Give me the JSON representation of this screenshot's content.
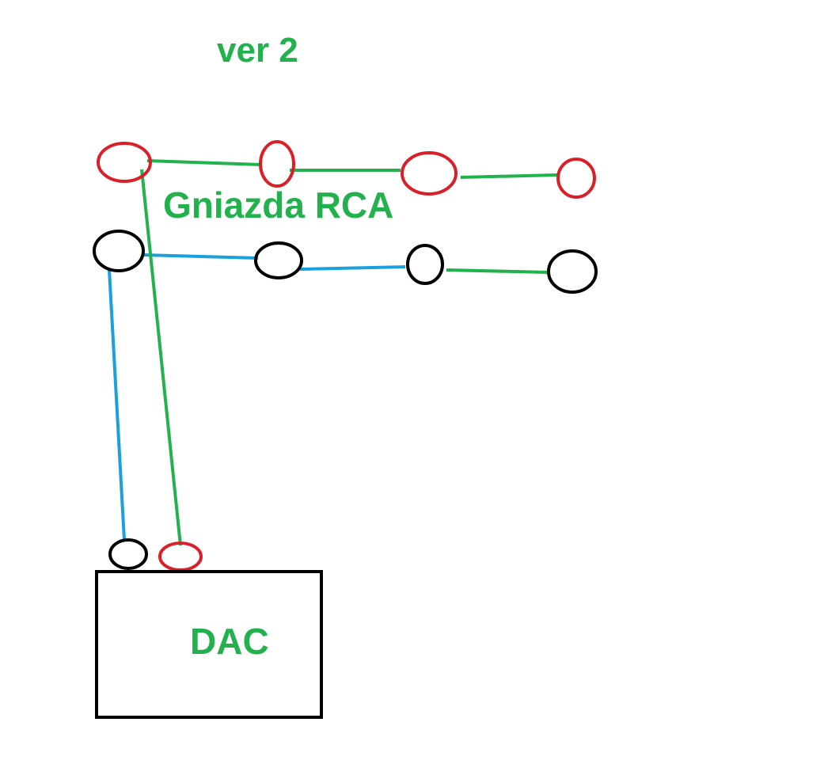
{
  "title": "ver 2",
  "label_rca": "Gniazda RCA",
  "label_dac": "DAC",
  "colors": {
    "text": "#22b14c",
    "red_socket": "#d92029",
    "black_socket": "#000000",
    "green_wire": "#22b14c",
    "blue_wire": "#1aa0dc",
    "box": "#000000"
  },
  "sockets": [
    {
      "id": "rca-red-1",
      "row": "top",
      "color": "red"
    },
    {
      "id": "rca-red-2",
      "row": "top",
      "color": "red"
    },
    {
      "id": "rca-red-3",
      "row": "top",
      "color": "red"
    },
    {
      "id": "rca-red-4",
      "row": "top",
      "color": "red"
    },
    {
      "id": "rca-black-1",
      "row": "bottom",
      "color": "black"
    },
    {
      "id": "rca-black-2",
      "row": "bottom",
      "color": "black"
    },
    {
      "id": "rca-black-3",
      "row": "bottom",
      "color": "black"
    },
    {
      "id": "rca-black-4",
      "row": "bottom",
      "color": "black"
    },
    {
      "id": "dac-black",
      "row": "dac",
      "color": "black"
    },
    {
      "id": "dac-red",
      "row": "dac",
      "color": "red"
    }
  ],
  "wires": [
    {
      "from": "rca-red-1",
      "to": "rca-red-2",
      "color": "green"
    },
    {
      "from": "rca-red-2",
      "to": "rca-red-3",
      "color": "green"
    },
    {
      "from": "rca-red-3",
      "to": "rca-red-4",
      "color": "green"
    },
    {
      "from": "rca-black-1",
      "to": "rca-black-2",
      "color": "blue"
    },
    {
      "from": "rca-black-2",
      "to": "rca-black-3",
      "color": "blue"
    },
    {
      "from": "rca-black-3",
      "to": "rca-black-4",
      "color": "green"
    },
    {
      "from": "rca-red-1",
      "to": "dac-red",
      "color": "green"
    },
    {
      "from": "rca-black-1",
      "to": "dac-black",
      "color": "blue"
    }
  ]
}
